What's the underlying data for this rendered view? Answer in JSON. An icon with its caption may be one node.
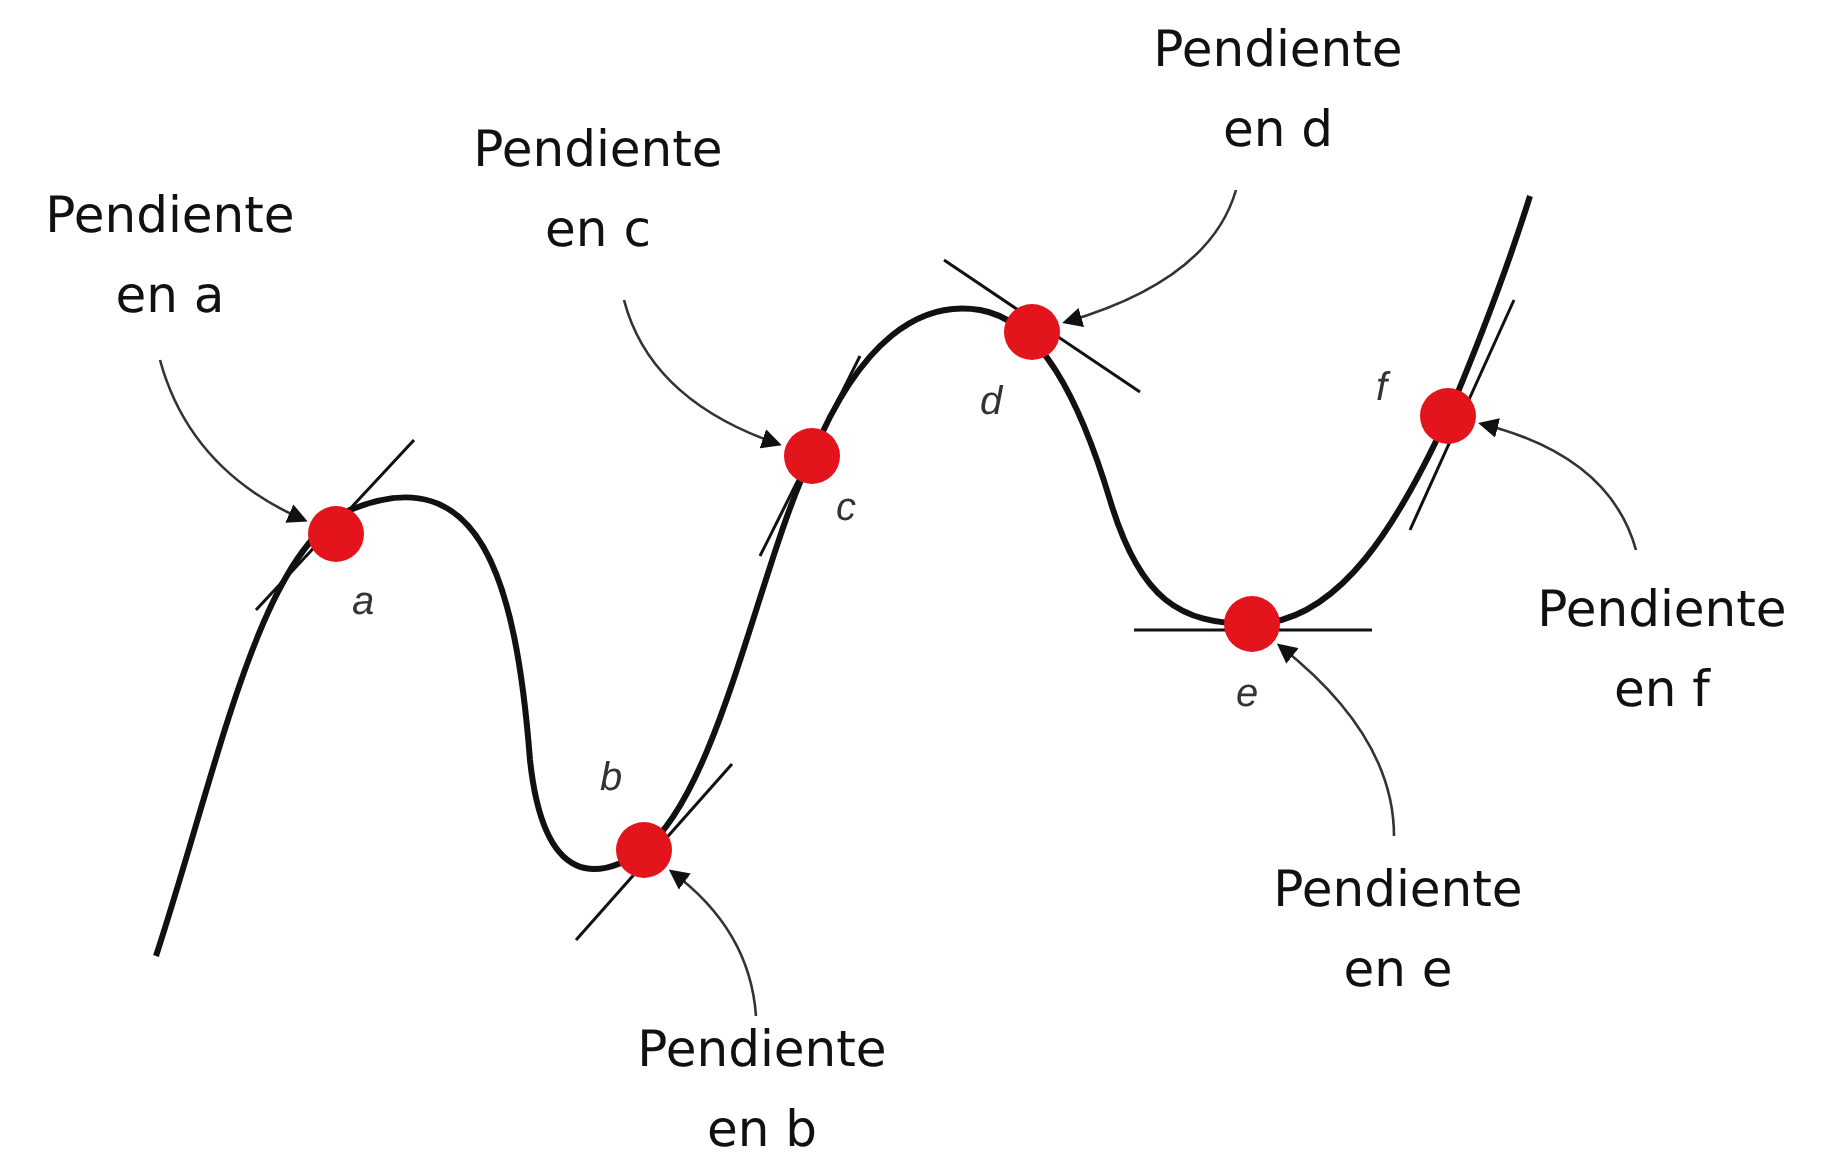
{
  "diagram": {
    "nodes": [
      {
        "text": [
          "Pendiente en a"
        ]
      },
      {
        "text": [
          "Pendiente en b"
        ]
      },
      {
        "text": [
          "Pendiente en c"
        ]
      },
      {
        "text": [
          "Pendiente en d"
        ]
      },
      {
        "text": [
          "Pendiente en e"
        ]
      },
      {
        "text": [
          "Pendiente en f"
        ]
      },
      {
        "text": [],
        "shape": "circle",
        "beside": [
          "a"
        ]
      },
      {
        "text": [],
        "shape": "circle",
        "beside": [
          "b"
        ]
      },
      {
        "text": [],
        "shape": "circle",
        "beside": [
          "c"
        ]
      },
      {
        "text": [],
        "shape": "circle",
        "beside": [
          "d"
        ]
      },
      {
        "text": [],
        "shape": "circle",
        "beside": [
          "e"
        ]
      },
      {
        "text": [],
        "shape": "circle",
        "beside": [
          "f"
        ]
      }
    ],
    "edges": [
      {
        "from": 0,
        "to": 6,
        "arrow": "to"
      },
      {
        "from": 1,
        "to": 7,
        "arrow": "to"
      },
      {
        "from": 2,
        "to": 8,
        "arrow": "to"
      },
      {
        "from": 3,
        "to": 9,
        "arrow": "to"
      },
      {
        "from": 4,
        "to": 10,
        "arrow": "to"
      },
      {
        "from": 5,
        "to": 11,
        "arrow": "to"
      }
    ]
  }
}
